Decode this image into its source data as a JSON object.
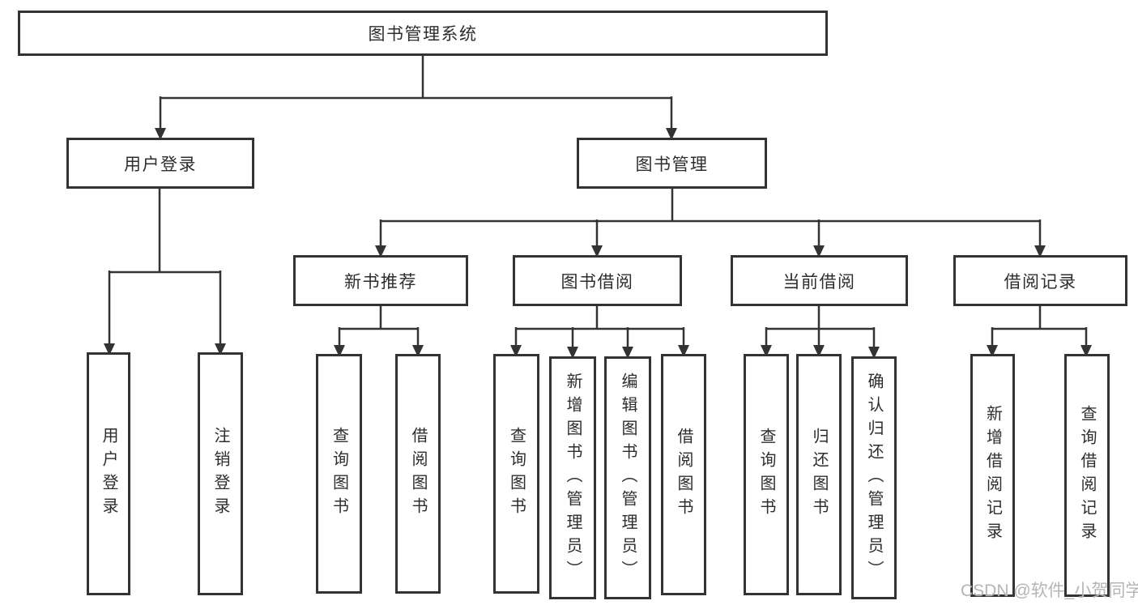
{
  "diagram": {
    "root": {
      "label": "图书管理系统"
    },
    "branches": [
      {
        "label": "用户登录"
      },
      {
        "label": "图书管理"
      },
      {
        "label": "新书推荐"
      },
      {
        "label": "图书借阅"
      },
      {
        "label": "当前借阅"
      },
      {
        "label": "借阅记录"
      }
    ],
    "leaves": [
      {
        "label": "用户登录"
      },
      {
        "label": "注销登录"
      },
      {
        "label": "查询图书"
      },
      {
        "label": "借阅图书"
      },
      {
        "label": "查询图书"
      },
      {
        "label": "新增图书（管理员）"
      },
      {
        "label": "编辑图书（管理员）"
      },
      {
        "label": "借阅图书"
      },
      {
        "label": "查询图书"
      },
      {
        "label": "归还图书"
      },
      {
        "label": "确认归还（管理员）"
      },
      {
        "label": "新增借阅记录"
      },
      {
        "label": "查询借阅记录"
      }
    ]
  },
  "watermark": "CSDN @软件_小贺同学",
  "colors": {
    "line": "#333333",
    "border": "#333333",
    "text": "#2d2d2d",
    "watermark": "#adadad",
    "background": "#ffffff"
  }
}
